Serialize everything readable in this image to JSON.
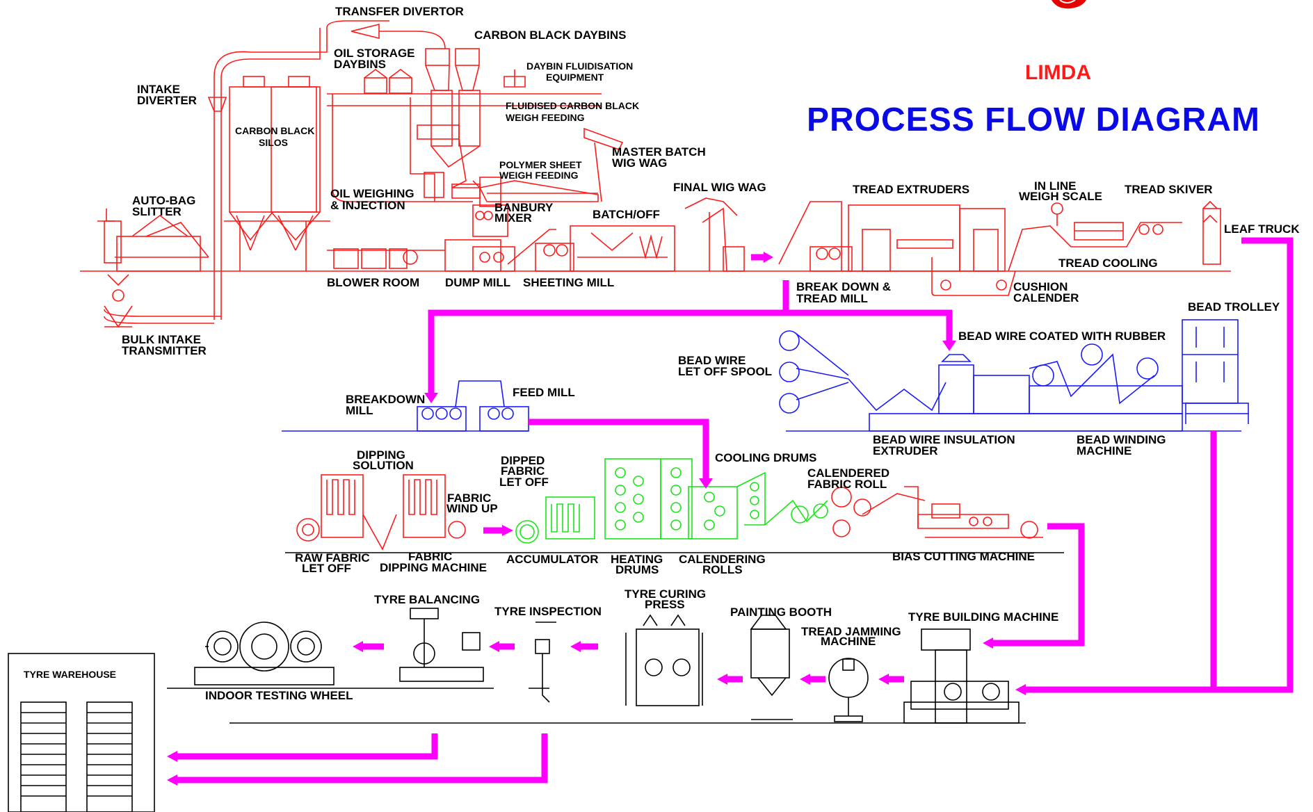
{
  "header": {
    "brand": "LIMDA",
    "brand_color": "#ff1a1a",
    "title": "PROCESS FLOW DIAGRAM",
    "title_color": "#0a0ae6"
  },
  "colors": {
    "mixing_line": "#ff1a1a",
    "bead_line": "#1a1aff",
    "fabric_dipping_line": "#19e619",
    "flow_arrows": "#ff00ff",
    "tyre_section": "#000000"
  },
  "labels": {
    "transfer_divertor": "TRANSFER DIVERTOR",
    "carbon_black_daybins": "CARBON BLACK DAYBINS",
    "oil_storage_daybins_1": "OIL STORAGE",
    "oil_storage_daybins_2": "DAYBINS",
    "daybin_fluid_1": "DAYBIN FLUIDISATION",
    "daybin_fluid_2": "EQUIPMENT",
    "intake_diverter_1": "INTAKE",
    "intake_diverter_2": "DIVERTER",
    "fluid_cb_1": "FLUIDISED CARBON BLACK",
    "fluid_cb_2": "WEIGH FEEDING",
    "cb_silos_1": "CARBON BLACK",
    "cb_silos_2": "SILOS",
    "master_batch_1": "MASTER BATCH",
    "master_batch_2": "WIG WAG",
    "polymer_sheet_1": "POLYMER SHEET",
    "polymer_sheet_2": "WEIGH FEEDING",
    "final_wig_wag": "FINAL WIG WAG",
    "tread_extruders": "TREAD EXTRUDERS",
    "inline_weigh_1": "IN LINE",
    "inline_weigh_2": "WEIGH SCALE",
    "tread_skiver": "TREAD SKIVER",
    "auto_bag_1": "AUTO-BAG",
    "auto_bag_2": "SLITTER",
    "oil_weighing_1": "OIL WEIGHING",
    "oil_weighing_2": "& INJECTION",
    "banbury_1": "BANBURY",
    "banbury_2": "MIXER",
    "batch_off": "BATCH/OFF",
    "leaf_truck": "LEAF TRUCK",
    "tread_cooling": "TREAD COOLING",
    "blower_room": "BLOWER ROOM",
    "dump_mill": "DUMP MILL",
    "sheeting_mill": "SHEETING MILL",
    "break_down_1": "BREAK DOWN &",
    "break_down_2": "TREAD MILL",
    "cushion_1": "CUSHION",
    "cushion_2": "CALENDER",
    "bead_trolley": "BEAD TROLLEY",
    "bulk_intake_1": "BULK INTAKE",
    "bulk_intake_2": "TRANSMITTER",
    "bead_wire_coated": "BEAD WIRE COATED WITH RUBBER",
    "bead_wire_spool_1": "BEAD WIRE",
    "bead_wire_spool_2": "LET OFF SPOOL",
    "feed_mill": "FEED MILL",
    "breakdown_mill_1": "BREAKDOWN",
    "breakdown_mill_2": "MILL",
    "bead_insulation_1": "BEAD WIRE INSULATION",
    "bead_insulation_2": "EXTRUDER",
    "bead_winding_1": "BEAD WINDING",
    "bead_winding_2": "MACHINE",
    "dipping_solution_1": "DIPPING",
    "dipping_solution_2": "SOLUTION",
    "dipped_fabric_1": "DIPPED",
    "dipped_fabric_2": "FABRIC",
    "dipped_fabric_3": "LET OFF",
    "cooling_drums": "COOLING DRUMS",
    "calendered_roll_1": "CALENDERED",
    "calendered_roll_2": "FABRIC ROLL",
    "fabric_windup_1": "FABRIC",
    "fabric_windup_2": "WIND UP",
    "raw_fabric_1": "RAW FABRIC",
    "raw_fabric_2": "LET OFF",
    "fabric_dipping_1": "FABRIC",
    "fabric_dipping_2": "DIPPING MACHINE",
    "accumulator": "ACCUMULATOR",
    "heating_drums_1": "HEATING",
    "heating_drums_2": "DRUMS",
    "calendering_rolls_1": "CALENDERING",
    "calendering_rolls_2": "ROLLS",
    "bias_cutting": "BIAS CUTTING MACHINE",
    "tyre_balancing": "TYRE BALANCING",
    "tyre_inspection": "TYRE INSPECTION",
    "tyre_curing_1": "TYRE CURING",
    "tyre_curing_2": "PRESS",
    "painting_booth": "PAINTING BOOTH",
    "tread_jamming_1": "TREAD JAMMING",
    "tread_jamming_2": "MACHINE",
    "tyre_building": "TYRE BUILDING MACHINE",
    "tyre_warehouse": "TYRE WAREHOUSE",
    "indoor_testing": "INDOOR TESTING WHEEL"
  }
}
